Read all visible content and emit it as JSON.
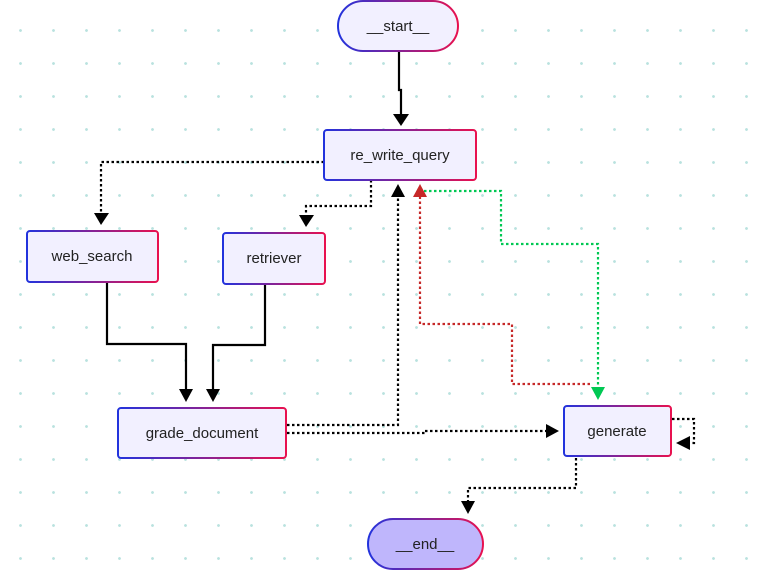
{
  "nodes": {
    "start": {
      "label": "__start__",
      "terminal": true,
      "fill": "#f2f0ff"
    },
    "re_write_query": {
      "label": "re_write_query",
      "terminal": false,
      "fill": "#f2f0ff"
    },
    "web_search": {
      "label": "web_search",
      "terminal": false,
      "fill": "#f2f0ff"
    },
    "retriever": {
      "label": "retriever",
      "terminal": false,
      "fill": "#f2f0ff"
    },
    "grade_document": {
      "label": "grade_document",
      "terminal": false,
      "fill": "#f2f0ff"
    },
    "generate": {
      "label": "generate",
      "terminal": false,
      "fill": "#f2f0ff"
    },
    "end": {
      "label": "__end__",
      "terminal": true,
      "fill": "#bfb6fc"
    }
  },
  "edges": [
    {
      "from": "start",
      "to": "re_write_query",
      "style": "solid",
      "color": "#000000"
    },
    {
      "from": "re_write_query",
      "to": "web_search",
      "style": "dotted",
      "color": "#000000"
    },
    {
      "from": "re_write_query",
      "to": "retriever",
      "style": "dotted",
      "color": "#000000"
    },
    {
      "from": "web_search",
      "to": "grade_document",
      "style": "solid",
      "color": "#000000"
    },
    {
      "from": "retriever",
      "to": "grade_document",
      "style": "solid",
      "color": "#000000"
    },
    {
      "from": "grade_document",
      "to": "re_write_query",
      "style": "dotted",
      "color": "#000000"
    },
    {
      "from": "grade_document",
      "to": "generate",
      "style": "dotted",
      "color": "#000000"
    },
    {
      "from": "re_write_query",
      "to": "generate",
      "style": "dotted",
      "color": "#00c853"
    },
    {
      "from": "generate",
      "to": "re_write_query",
      "style": "dotted",
      "color": "#c62828"
    },
    {
      "from": "generate",
      "to": "generate",
      "style": "dotted",
      "color": "#000000"
    },
    {
      "from": "generate",
      "to": "end",
      "style": "dotted",
      "color": "#000000"
    }
  ],
  "colors": {
    "border_start": "#2233dd",
    "border_end": "#e8114f",
    "background_dots": "#b9e2df"
  }
}
